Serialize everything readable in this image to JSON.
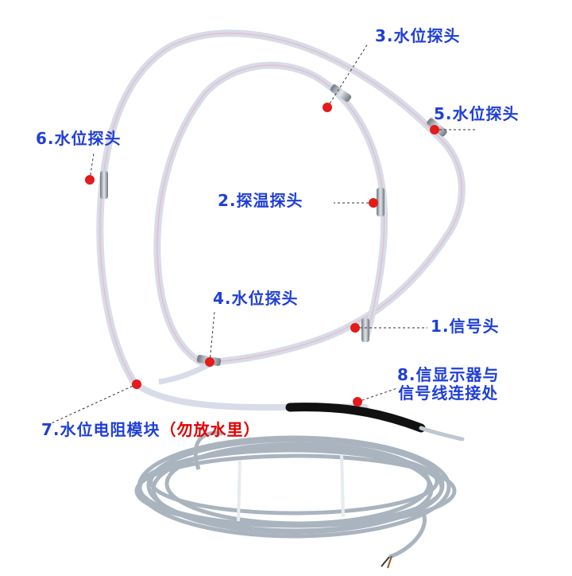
{
  "labels": {
    "l3": "3.水位探头",
    "l5": "5.水位探头",
    "l6": "6.水位探头",
    "l2": "2.探温探头",
    "l4": "4.水位探头",
    "l1": "1.信号头",
    "l8_line1": "8.信显示器与",
    "l8_line2": "信号线连接处",
    "l7": "7.水位电阻模块",
    "l7_warning": "（勿放水里）"
  },
  "colors": {
    "label_blue": "#1f3fd6",
    "warning_red": "#e00000",
    "marker_red": "#e31b1b",
    "tube": "#cfd6e4",
    "cable_grey": "#a9b4bf",
    "black_sleeve": "#111111",
    "metal": "#9aa3ad"
  }
}
